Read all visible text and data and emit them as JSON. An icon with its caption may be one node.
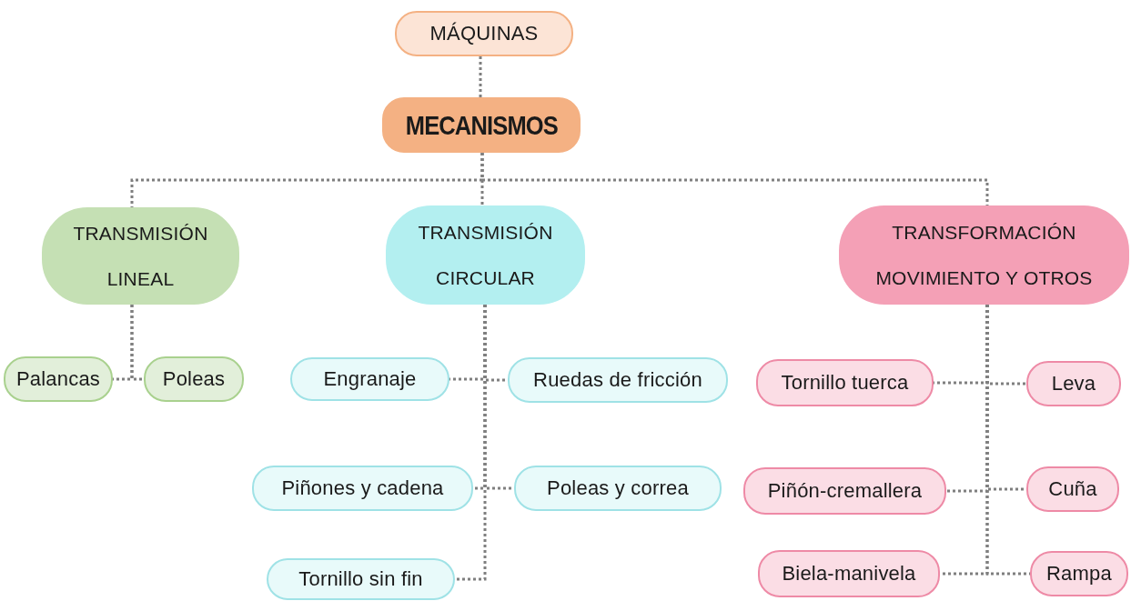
{
  "diagram": {
    "nodes": [
      {
        "text": [
          "MÁQUINAS"
        ]
      },
      {
        "text": [
          "MECANISMOS"
        ]
      },
      {
        "text": [
          "TRANSMISIÓN LINEAL"
        ]
      },
      {
        "text": [
          "TRANSMISIÓN CIRCULAR"
        ]
      },
      {
        "text": [
          "TRANSFORMACIÓN MOVIMIENTO Y OTROS"
        ]
      },
      {
        "text": [
          "Palancas"
        ]
      },
      {
        "text": [
          "Poleas"
        ]
      },
      {
        "text": [
          "Engranaje"
        ]
      },
      {
        "text": [
          "Ruedas de fricción"
        ]
      },
      {
        "text": [
          "Piñones y cadena"
        ]
      },
      {
        "text": [
          "Poleas y correa"
        ]
      },
      {
        "text": [
          "Tornillo sin fin"
        ]
      },
      {
        "text": [
          "Tornillo tuerca"
        ]
      },
      {
        "text": [
          "Leva"
        ]
      },
      {
        "text": [
          "Piñón-cremallera"
        ]
      },
      {
        "text": [
          "Cuña"
        ]
      },
      {
        "text": [
          "Biela-manivela"
        ]
      },
      {
        "text": [
          "Rampa"
        ]
      }
    ],
    "edges": [
      {
        "from": 0,
        "to": 1,
        "arrow": "none"
      },
      {
        "from": 1,
        "to": 2,
        "arrow": "none"
      },
      {
        "from": 1,
        "to": 3,
        "arrow": "none"
      },
      {
        "from": 1,
        "to": 4,
        "arrow": "none"
      },
      {
        "from": 2,
        "to": 5,
        "arrow": "none"
      },
      {
        "from": 2,
        "to": 6,
        "arrow": "none"
      },
      {
        "from": 3,
        "to": 7,
        "arrow": "none"
      },
      {
        "from": 3,
        "to": 8,
        "arrow": "none"
      },
      {
        "from": 3,
        "to": 9,
        "arrow": "none"
      },
      {
        "from": 3,
        "to": 10,
        "arrow": "none"
      },
      {
        "from": 3,
        "to": 11,
        "arrow": "none"
      },
      {
        "from": 4,
        "to": 12,
        "arrow": "none"
      },
      {
        "from": 4,
        "to": 13,
        "arrow": "none"
      },
      {
        "from": 4,
        "to": 14,
        "arrow": "none"
      },
      {
        "from": 4,
        "to": 15,
        "arrow": "none"
      },
      {
        "from": 4,
        "to": 16,
        "arrow": "none"
      },
      {
        "from": 4,
        "to": 17,
        "arrow": "none"
      }
    ]
  }
}
